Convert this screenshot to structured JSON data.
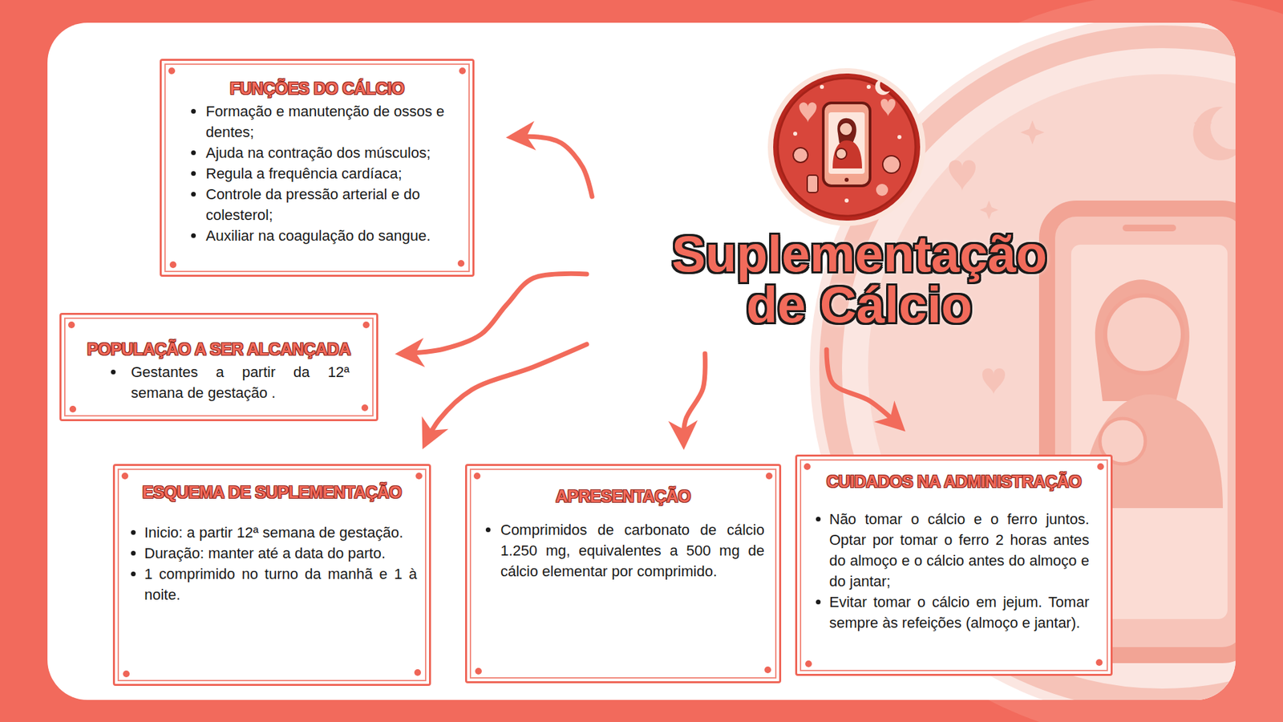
{
  "diagram": {
    "nodes": [
      {
        "text": [
          "Suplementação de Cálcio"
        ]
      },
      {
        "text": [
          "FUNÇÕES DO CÁLCIO",
          "Formação e manutenção de ossos e dentes;",
          "Ajuda na contração dos músculos;",
          "Regula a frequência cardíaca;",
          "Controle da pressão arterial e do colesterol;",
          "Auxiliar na coagulação do sangue."
        ]
      },
      {
        "text": [
          "POPULAÇÃO A SER ALCANÇADA",
          "Gestantes a partir da 12ª semana de gestação ."
        ]
      },
      {
        "text": [
          "ESQUEMA DE SUPLEMENTAÇÃO",
          "Inicio: a partir 12ª semana de gestação.",
          "Duração: manter até a data do parto.",
          "1 comprimido no turno da manhã e 1 à noite."
        ]
      },
      {
        "text": [
          "APRESENTAÇÃO",
          "Comprimidos de carbonato de cálcio 1.250 mg, equivalentes a 500 mg de cálcio elementar por comprimido."
        ]
      },
      {
        "text": [
          "CUIDADOS NA ADMINISTRAÇÃO",
          "Não tomar o cálcio e o ferro juntos. Optar por tomar o ferro 2 horas antes do almoço e o cálcio antes do almoço e do jantar;",
          "Evitar tomar o cálcio em jejum. Tomar sempre às refeições (almoço e jantar)."
        ]
      }
    ],
    "edges": [
      {
        "from": 0,
        "to": 1,
        "arrow": "to"
      },
      {
        "from": 0,
        "to": 2,
        "arrow": "to"
      },
      {
        "from": 0,
        "to": 3,
        "arrow": "to"
      },
      {
        "from": 0,
        "to": 4,
        "arrow": "to"
      },
      {
        "from": 0,
        "to": 5,
        "arrow": "to"
      }
    ]
  }
}
